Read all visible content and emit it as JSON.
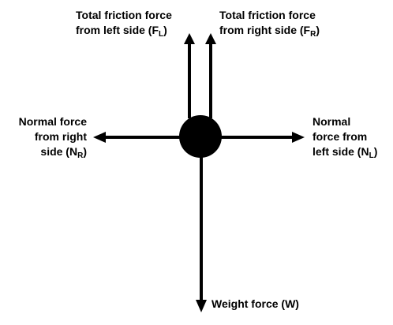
{
  "diagram": {
    "friction_left": {
      "line1": "Total friction force",
      "line2_prefix": "from left side (F",
      "sub": "L",
      "suffix": ")"
    },
    "friction_right": {
      "line1": "Total friction force",
      "line2_prefix": "from right side (F",
      "sub": "R",
      "suffix": ")"
    },
    "normal_right": {
      "line1": "Normal force",
      "line2": "from right",
      "line3_prefix": "side (N",
      "sub": "R",
      "suffix": ")"
    },
    "normal_left": {
      "line1": "Normal",
      "line2": "force from",
      "line3_prefix": "left side (N",
      "sub": "L",
      "suffix": ")"
    },
    "weight": {
      "label": "Weight force (W)"
    },
    "colors": {
      "ink": "#000000",
      "background": "#ffffff"
    }
  }
}
